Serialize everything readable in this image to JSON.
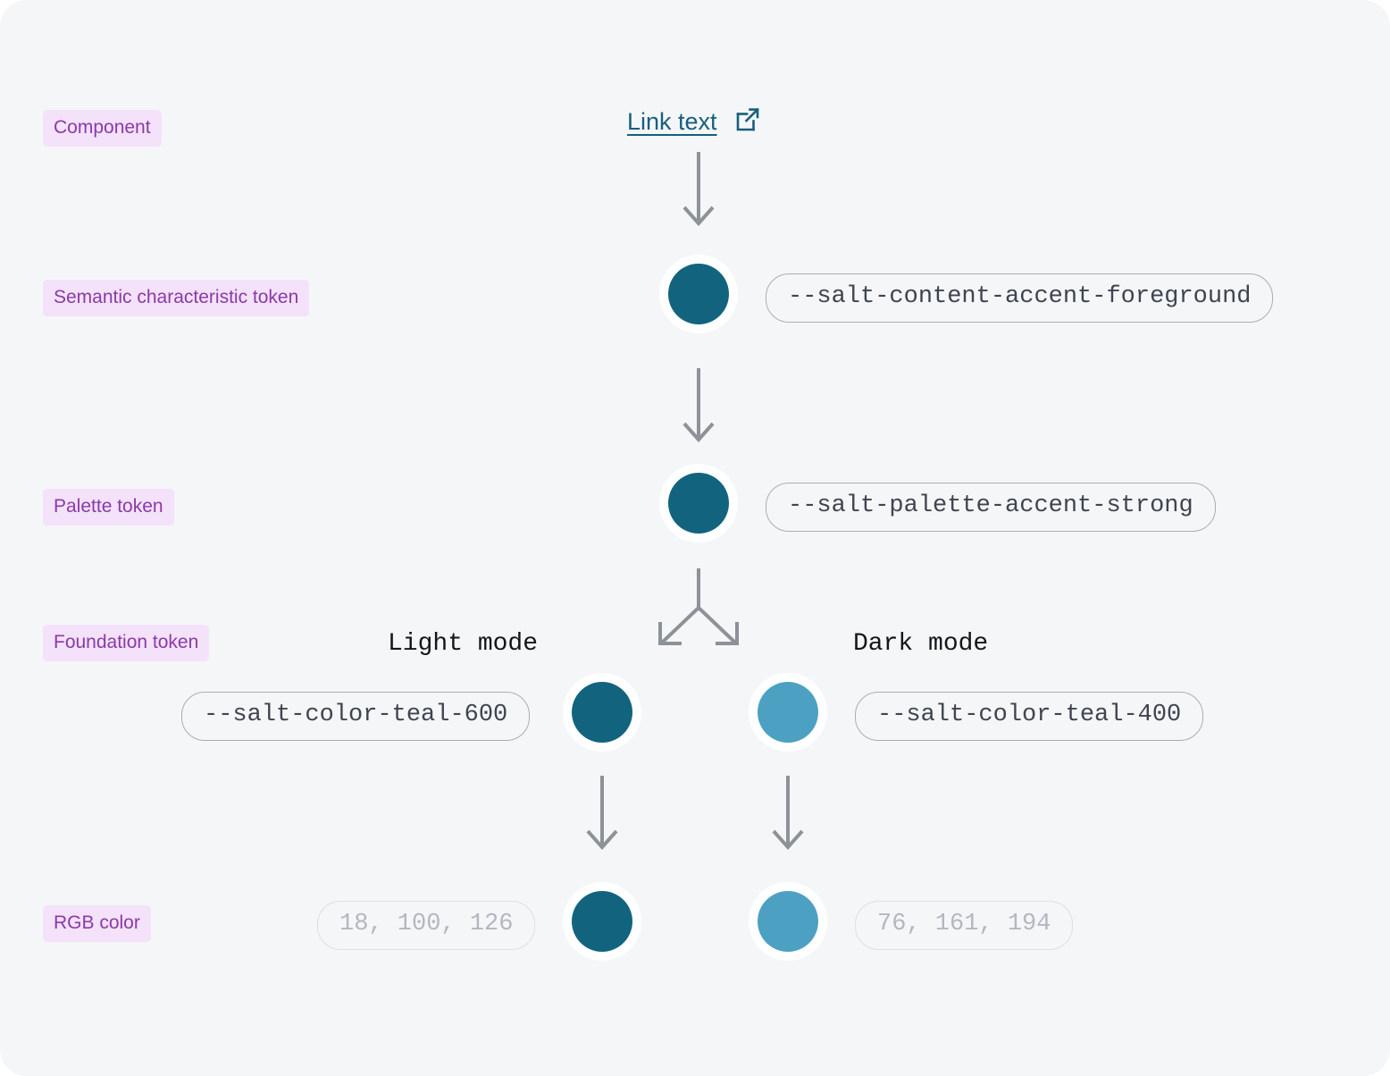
{
  "page": {
    "background": "#f5f6f8",
    "badge_bg": "#f4e1fa",
    "badge_fg": "#8b3aa8",
    "arrow_color": "#8d9198",
    "pill_border": "#a9adb5",
    "pill_text": "#3f4451",
    "pill_muted_border": "#dddfe3",
    "pill_muted_text": "#b3b7bf"
  },
  "rows": {
    "component": {
      "badge": "Component",
      "link_label": "Link text",
      "link_icon": "external-link-icon",
      "link_color": "#16607c"
    },
    "semantic": {
      "badge": "Semantic characteristic token",
      "token": "--salt-content-accent-foreground",
      "swatch_color": "#12647e"
    },
    "palette": {
      "badge": "Palette token",
      "token": "--salt-palette-accent-strong",
      "swatch_color": "#12647e"
    },
    "foundation": {
      "badge": "Foundation token",
      "light_mode_label": "Light mode",
      "dark_mode_label": "Dark mode",
      "light_token": "--salt-color-teal-600",
      "dark_token": "--salt-color-teal-400",
      "light_swatch_color": "#12647e",
      "dark_swatch_color": "#4ca1c2"
    },
    "rgb": {
      "badge": "RGB color",
      "light_value": "18, 100, 126",
      "dark_value": "76, 161, 194",
      "light_swatch_color": "#12647e",
      "dark_swatch_color": "#4ca1c2"
    }
  }
}
